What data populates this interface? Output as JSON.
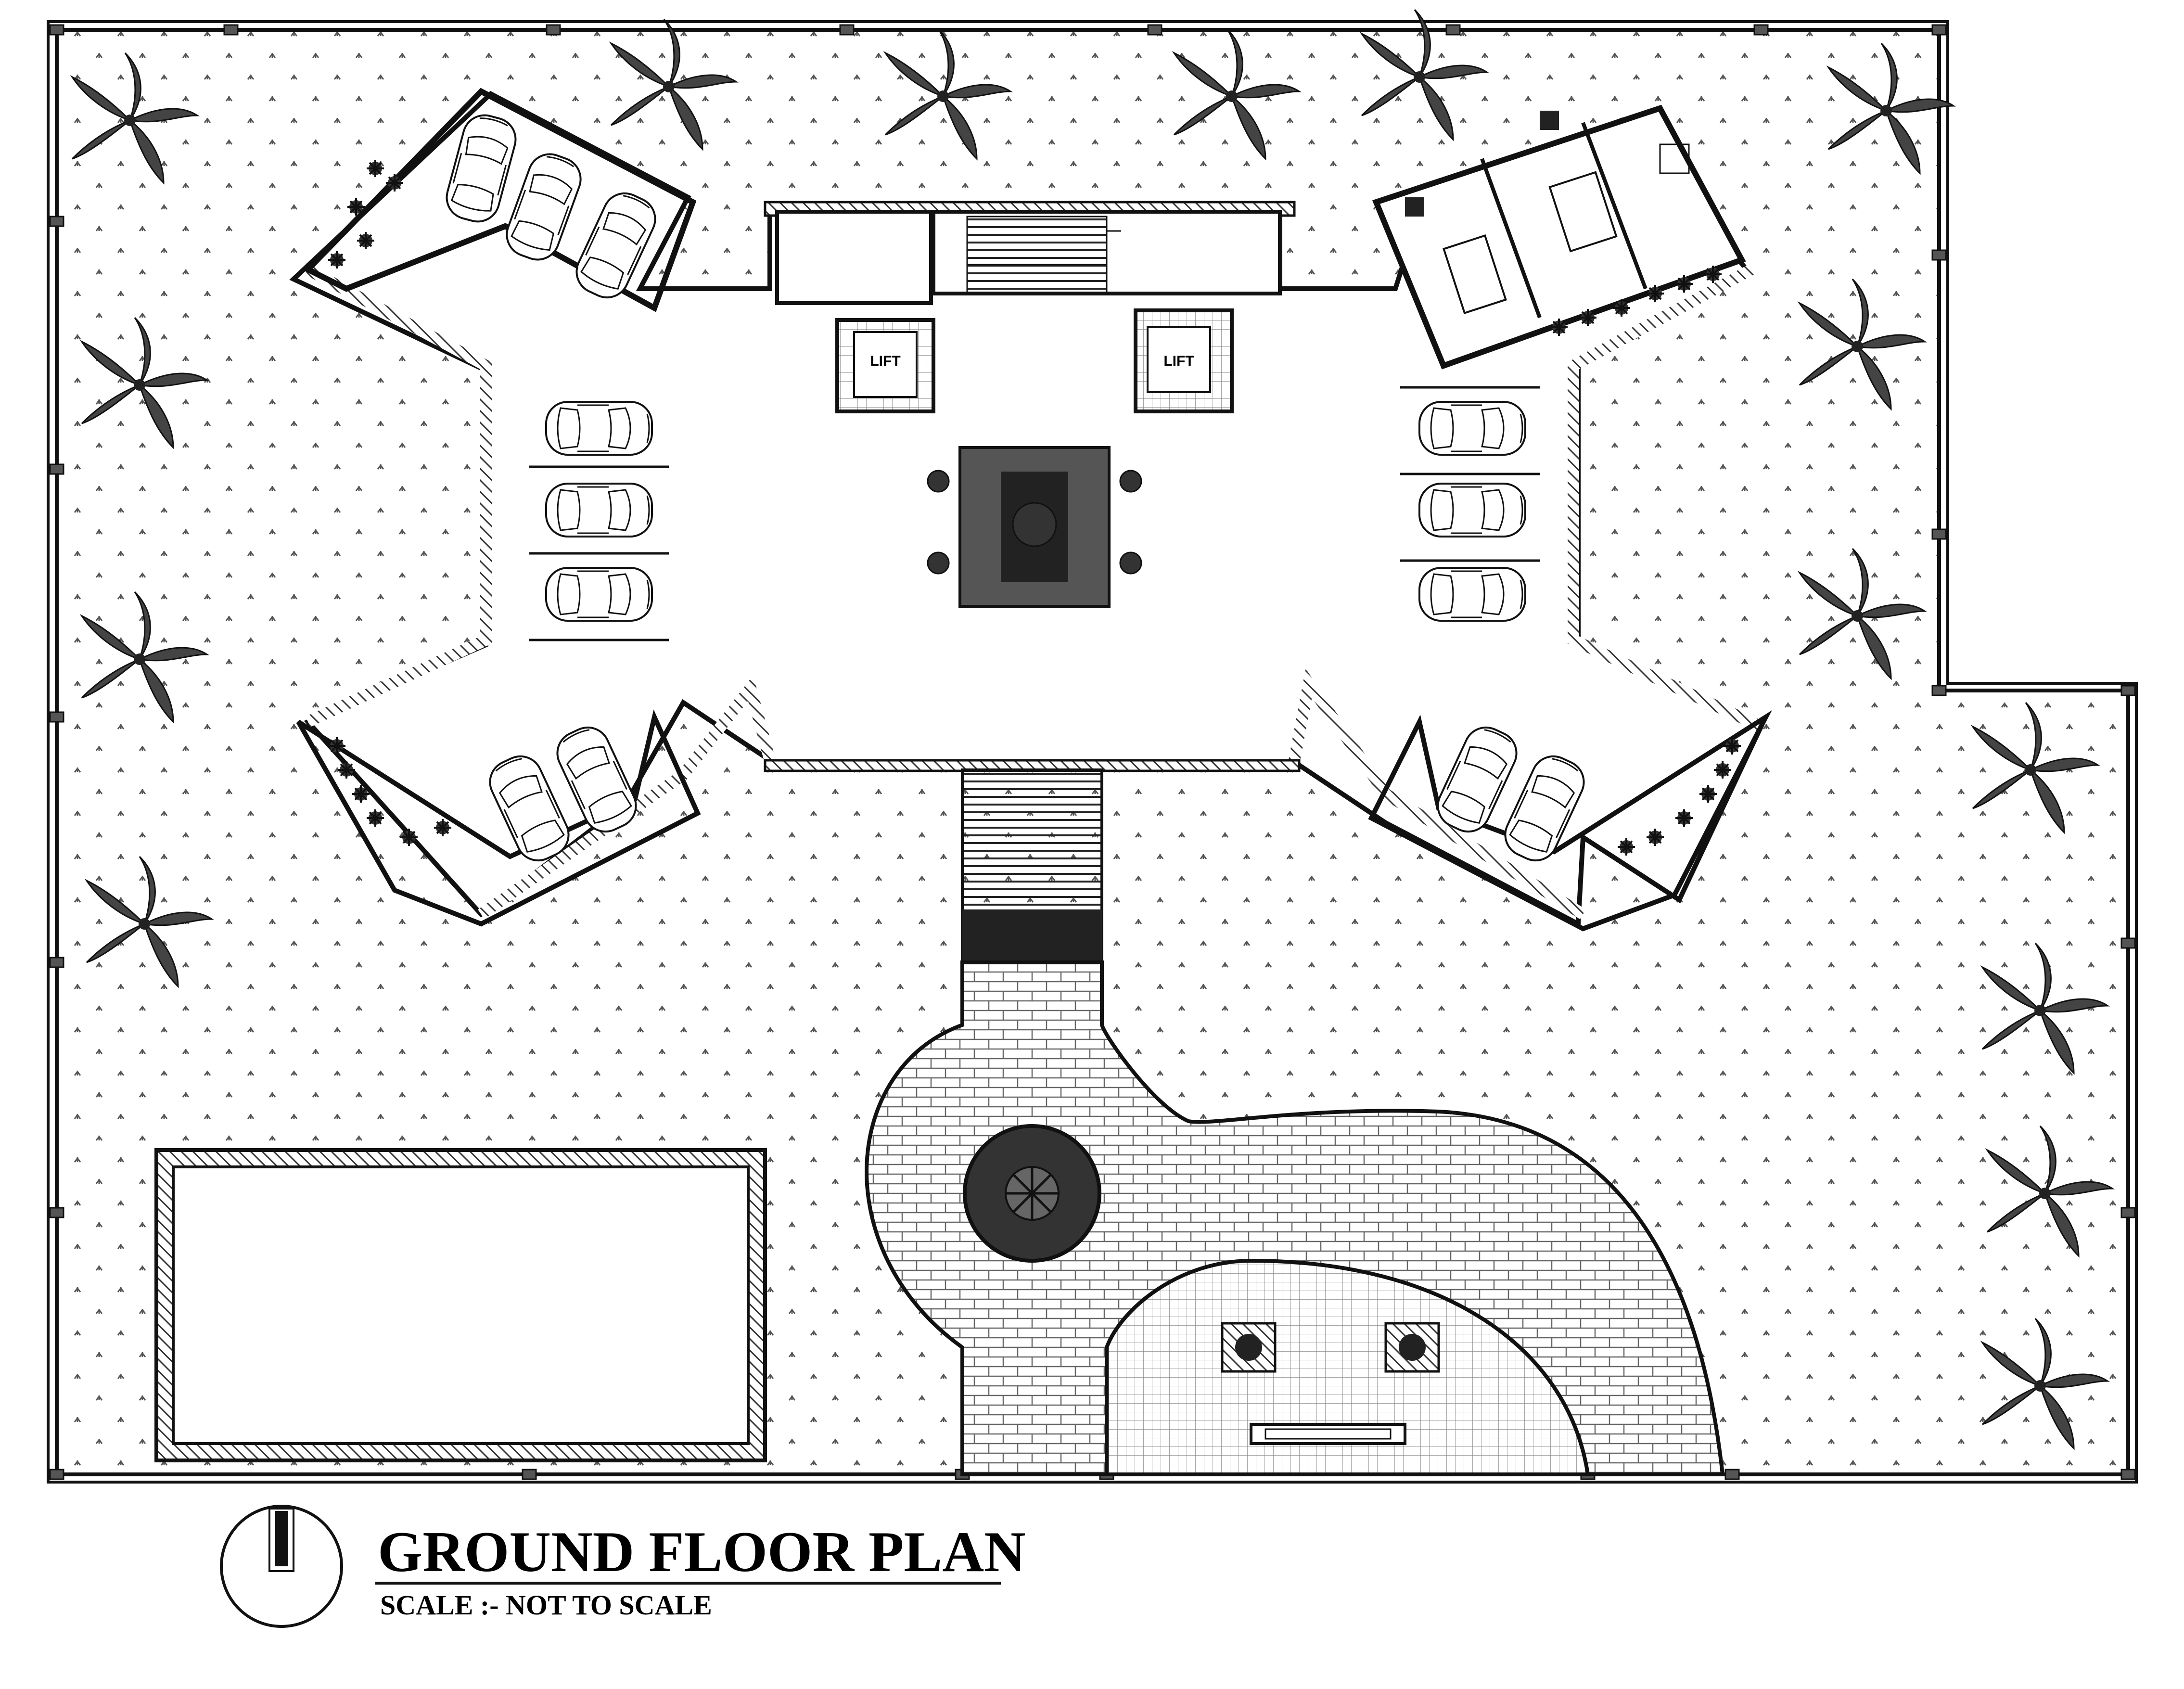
{
  "title": "GROUND FLOOR PLAN",
  "scale": "SCALE :-  NOT TO SCALE",
  "lift_label": "LIFT",
  "colors": {
    "line": "#111111",
    "fill_dark": "#555555",
    "hatch": "#444444",
    "background": "#ffffff"
  },
  "icons": [
    "north-arrow-icon",
    "palm-tree-icon",
    "car-icon",
    "lift-icon",
    "staircase-icon",
    "fountain-icon",
    "planter-icon"
  ]
}
